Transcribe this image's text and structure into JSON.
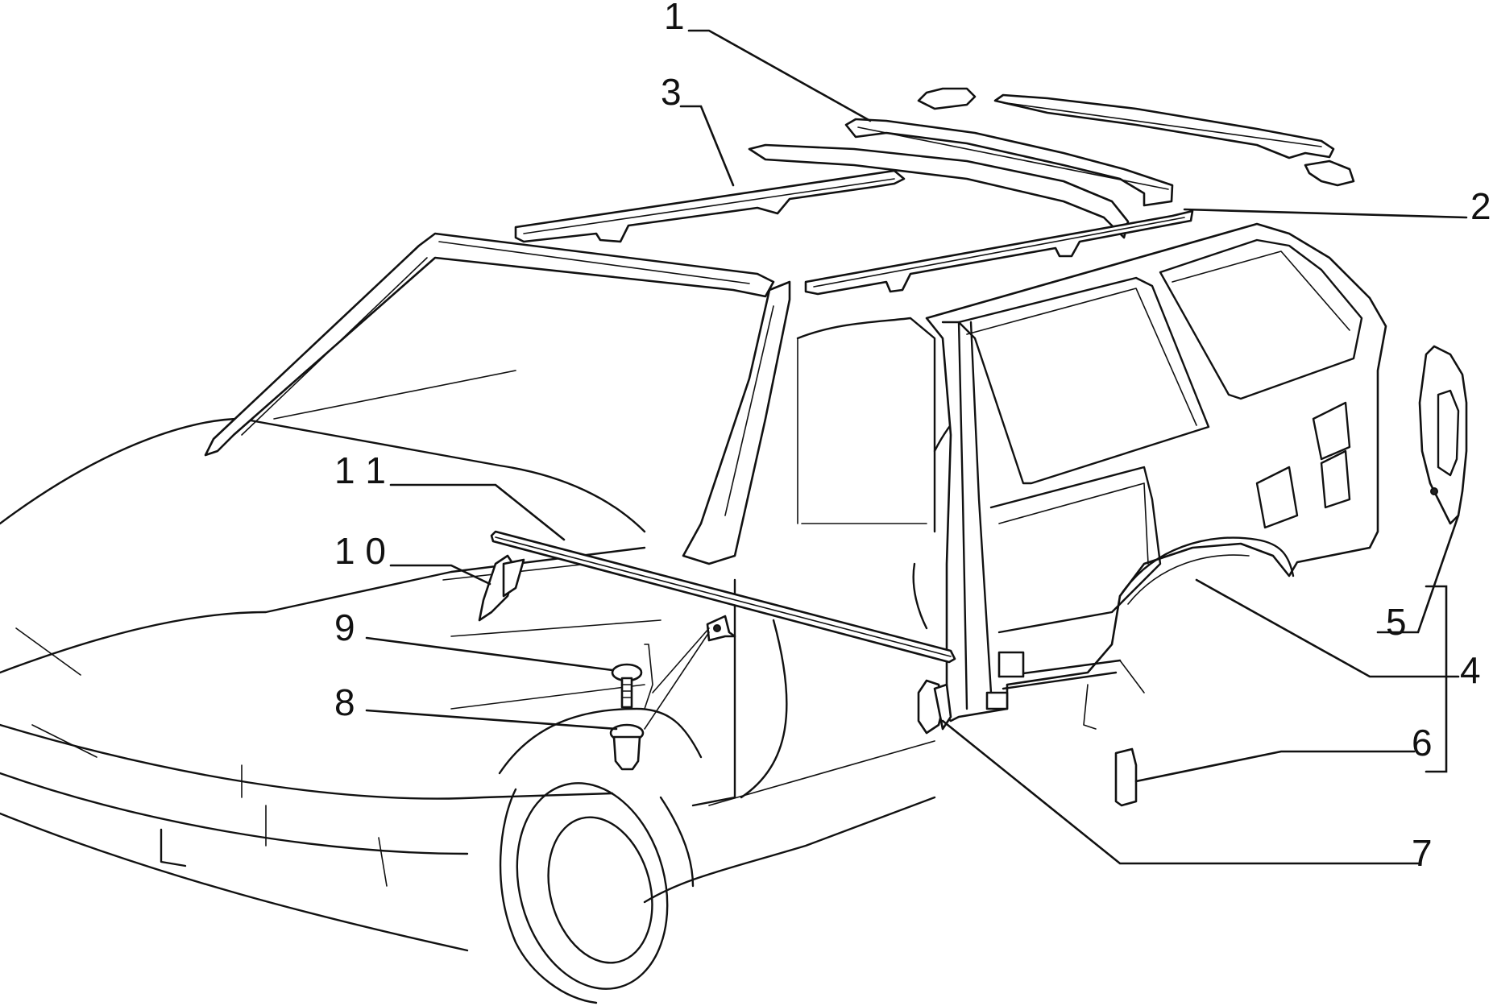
{
  "callouts": [
    {
      "id": "1",
      "text": "1"
    },
    {
      "id": "2",
      "text": "2"
    },
    {
      "id": "3",
      "text": "3"
    },
    {
      "id": "4",
      "text": "4"
    },
    {
      "id": "5",
      "text": "5"
    },
    {
      "id": "6",
      "text": "6"
    },
    {
      "id": "7",
      "text": "7"
    },
    {
      "id": "8",
      "text": "8"
    },
    {
      "id": "9",
      "text": "9"
    },
    {
      "id": "10",
      "text": "1 0"
    },
    {
      "id": "11",
      "text": "1 1"
    }
  ]
}
